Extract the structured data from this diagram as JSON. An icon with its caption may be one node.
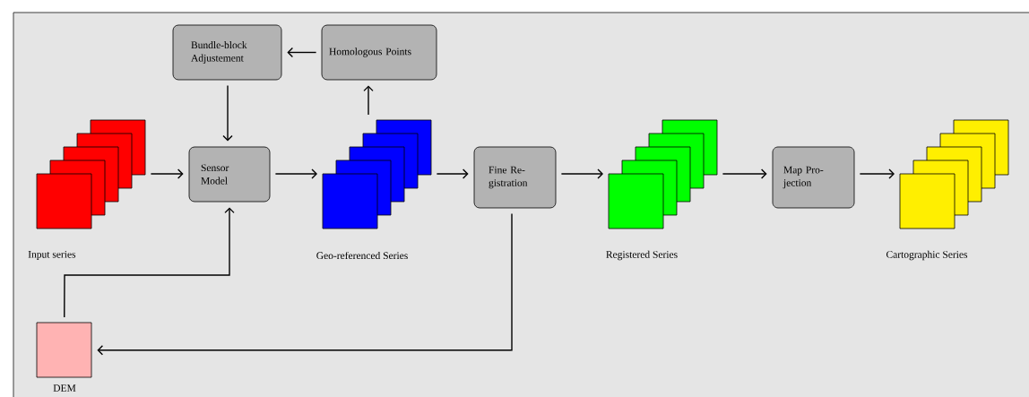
{
  "diagram": {
    "nodes": [
      {
        "text": [
          "Bundle-block Adjustement"
        ]
      },
      {
        "text": [
          "Homologous Points"
        ]
      },
      {
        "text": [],
        "shape": "box",
        "beside": [
          "Input series"
        ]
      },
      {
        "text": [
          "Sensor Model"
        ]
      },
      {
        "text": [],
        "shape": "box",
        "beside": [
          "Geo-referenced Series"
        ]
      },
      {
        "text": [
          "Fine Re- gistration"
        ]
      },
      {
        "text": [],
        "shape": "box",
        "beside": [
          "Registered Series"
        ]
      },
      {
        "text": [
          "Map Pro- jection"
        ]
      },
      {
        "text": [],
        "shape": "box",
        "beside": [
          "Cartographic Series"
        ]
      },
      {
        "text": [],
        "shape": "box",
        "beside": [
          "DEM"
        ]
      }
    ],
    "edges": [
      {
        "from": 2,
        "to": 3,
        "arrow": "to"
      },
      {
        "from": 3,
        "to": 4,
        "arrow": "to"
      },
      {
        "from": 4,
        "to": 5,
        "arrow": "to"
      },
      {
        "from": 5,
        "to": 6,
        "arrow": "to"
      },
      {
        "from": 6,
        "to": 7,
        "arrow": "to"
      },
      {
        "from": 7,
        "to": 8,
        "arrow": "to"
      },
      {
        "from": 4,
        "to": 1,
        "arrow": "to"
      },
      {
        "from": 1,
        "to": 0,
        "arrow": "to"
      },
      {
        "from": 0,
        "to": 3,
        "arrow": "to"
      },
      {
        "from": 9,
        "to": 3,
        "arrow": "to"
      },
      {
        "from": 5,
        "to": 9,
        "arrow": "to"
      }
    ]
  }
}
